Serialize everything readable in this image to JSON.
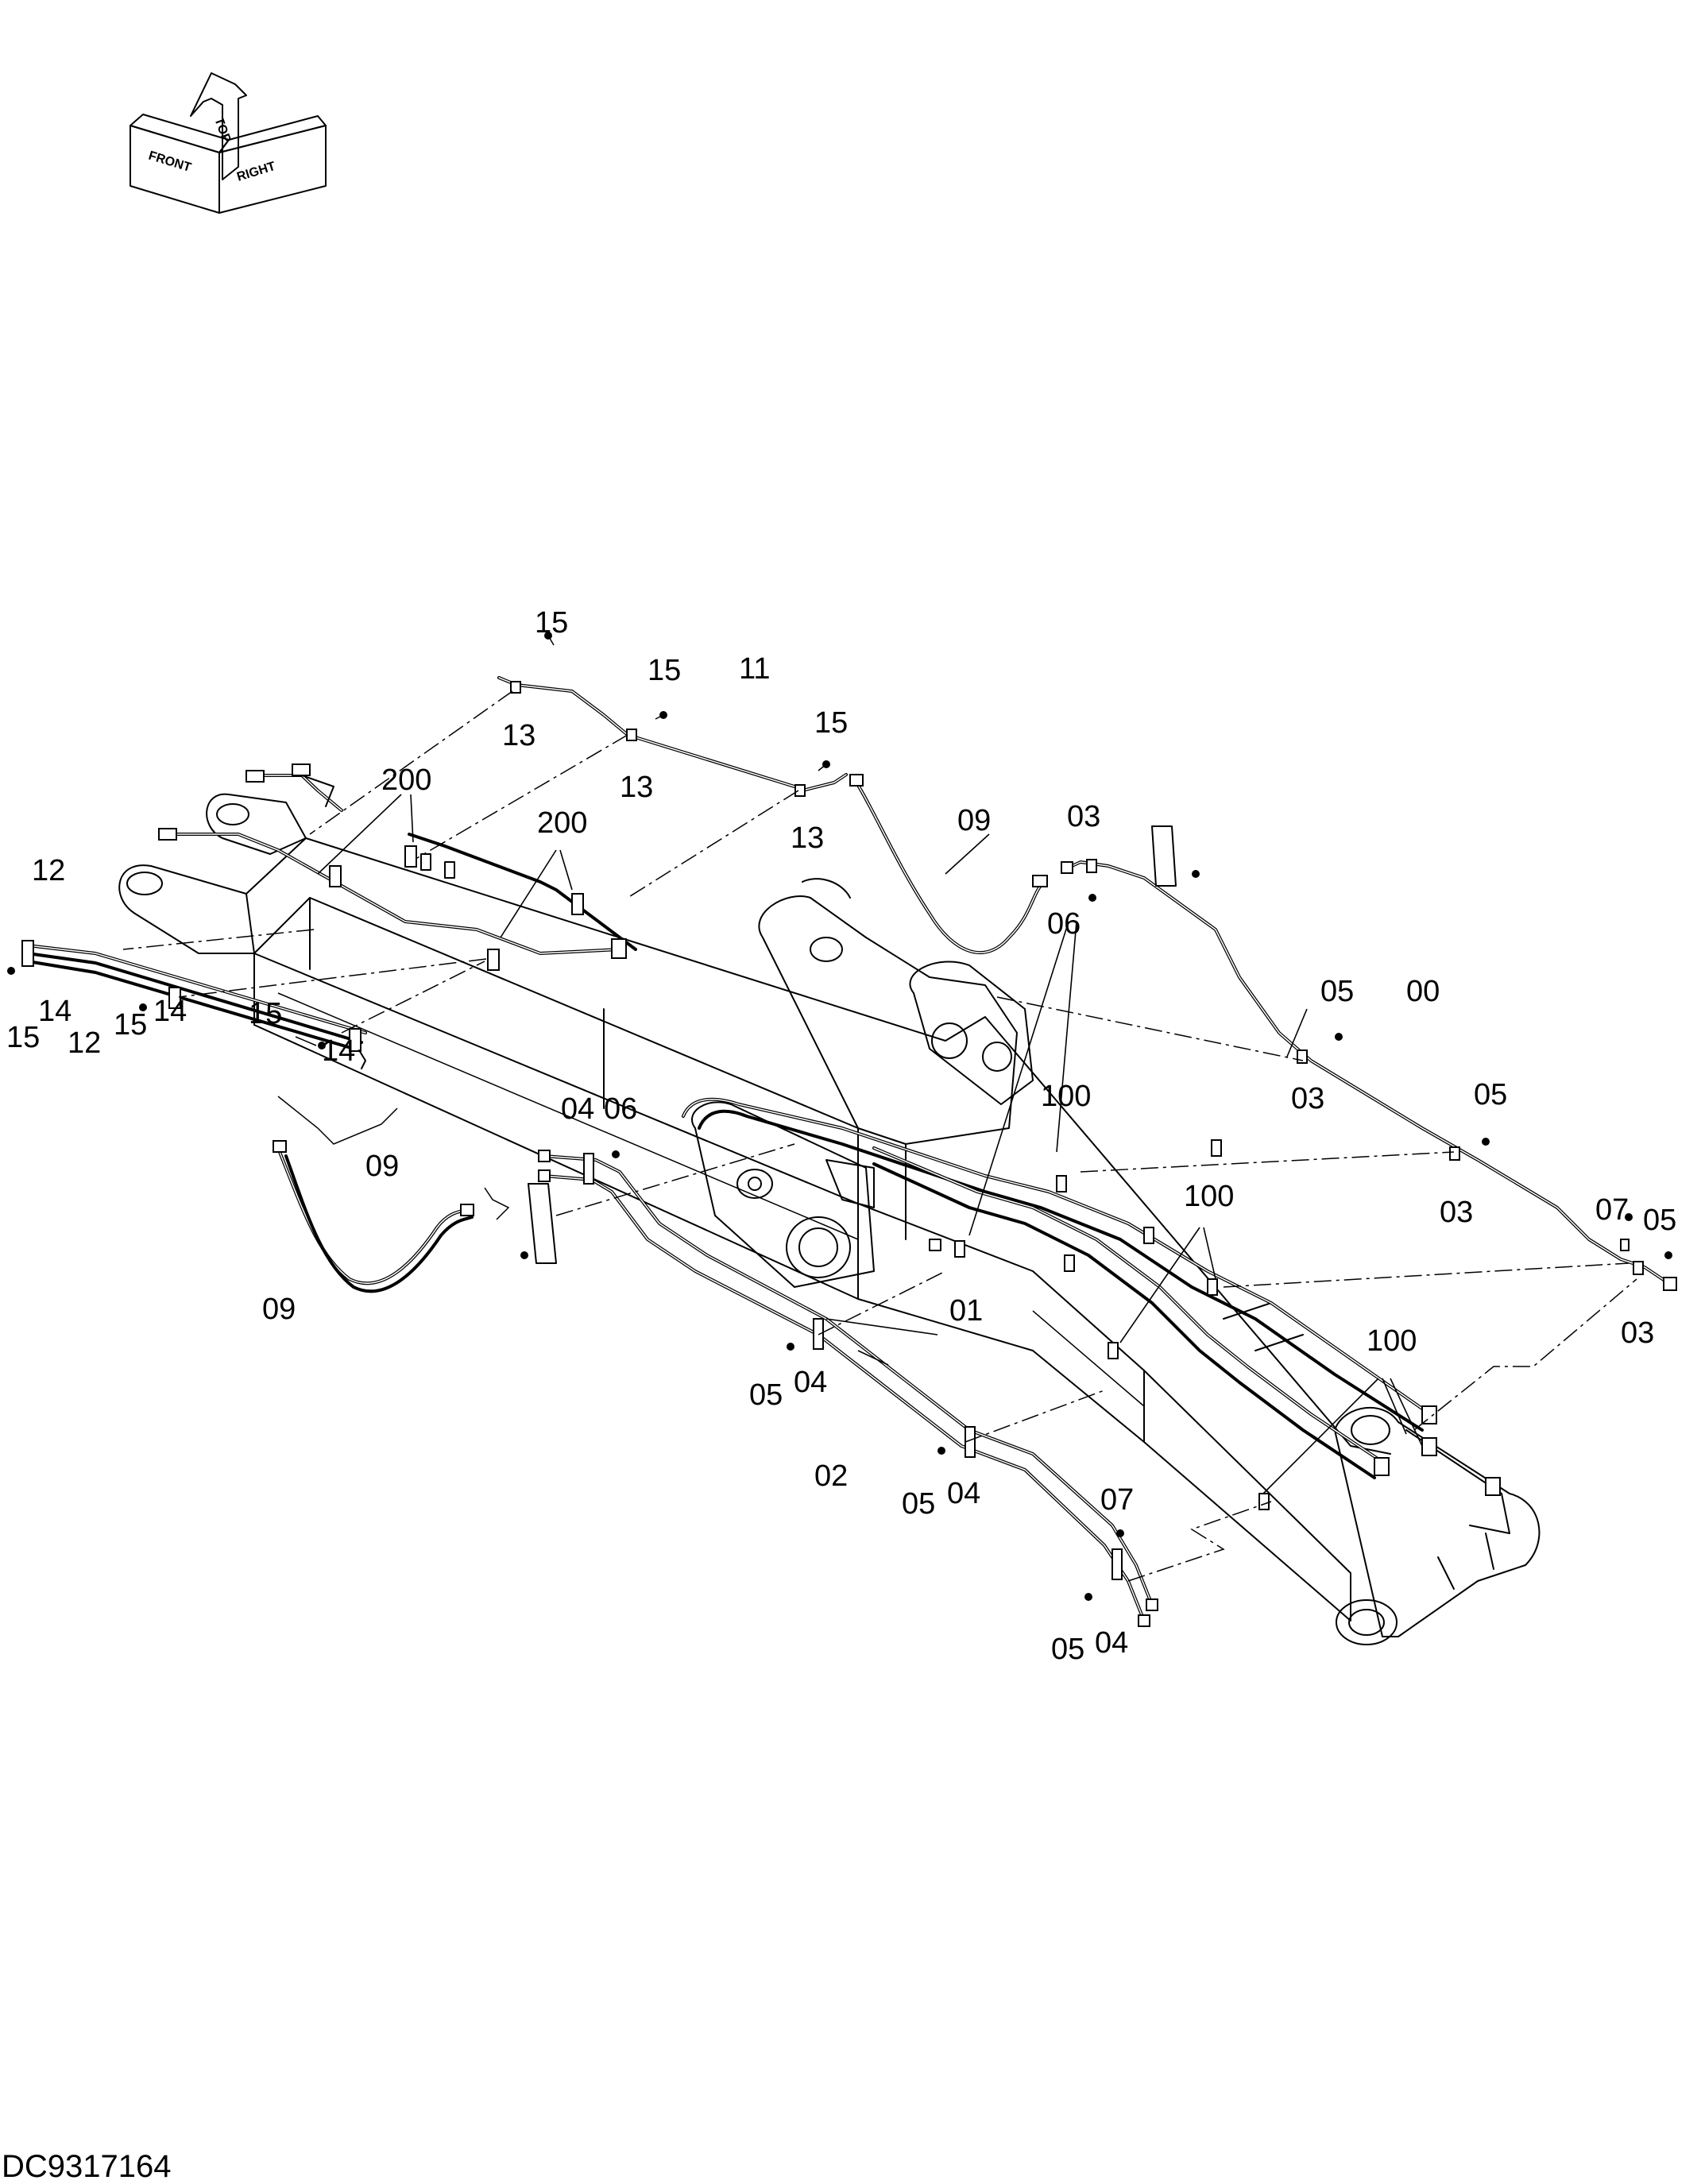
{
  "orientation": {
    "front": "FRONT",
    "top": "TOP",
    "right": "RIGHT"
  },
  "callouts": {
    "c15a": "15",
    "c15b": "15",
    "c15c": "15",
    "c15d": "15",
    "c15e": "15",
    "c15f": "15",
    "c11": "11",
    "c13a": "13",
    "c13b": "13",
    "c13c": "13",
    "c200a": "200",
    "c200b": "200",
    "c12a": "12",
    "c12b": "12",
    "c14a": "14",
    "c14b": "14",
    "c14c": "14",
    "c09a": "09",
    "c09b": "09",
    "c09c": "09",
    "c03a": "03",
    "c03b": "03",
    "c03c": "03",
    "c03d": "03",
    "c06a": "06",
    "c06b": "06",
    "c05a": "05",
    "c05b": "05",
    "c05c": "05",
    "c05d": "05",
    "c05e": "05",
    "c05f": "05",
    "c00": "00",
    "c04a": "04",
    "c04b": "04",
    "c04c": "04",
    "c04d": "04",
    "c100a": "100",
    "c100b": "100",
    "c100c": "100",
    "c07a": "07",
    "c07b": "07",
    "c01": "01",
    "c02": "02"
  },
  "drawing_id": "DC9317164",
  "colors": {
    "line": "#000000",
    "background": "#ffffff"
  }
}
